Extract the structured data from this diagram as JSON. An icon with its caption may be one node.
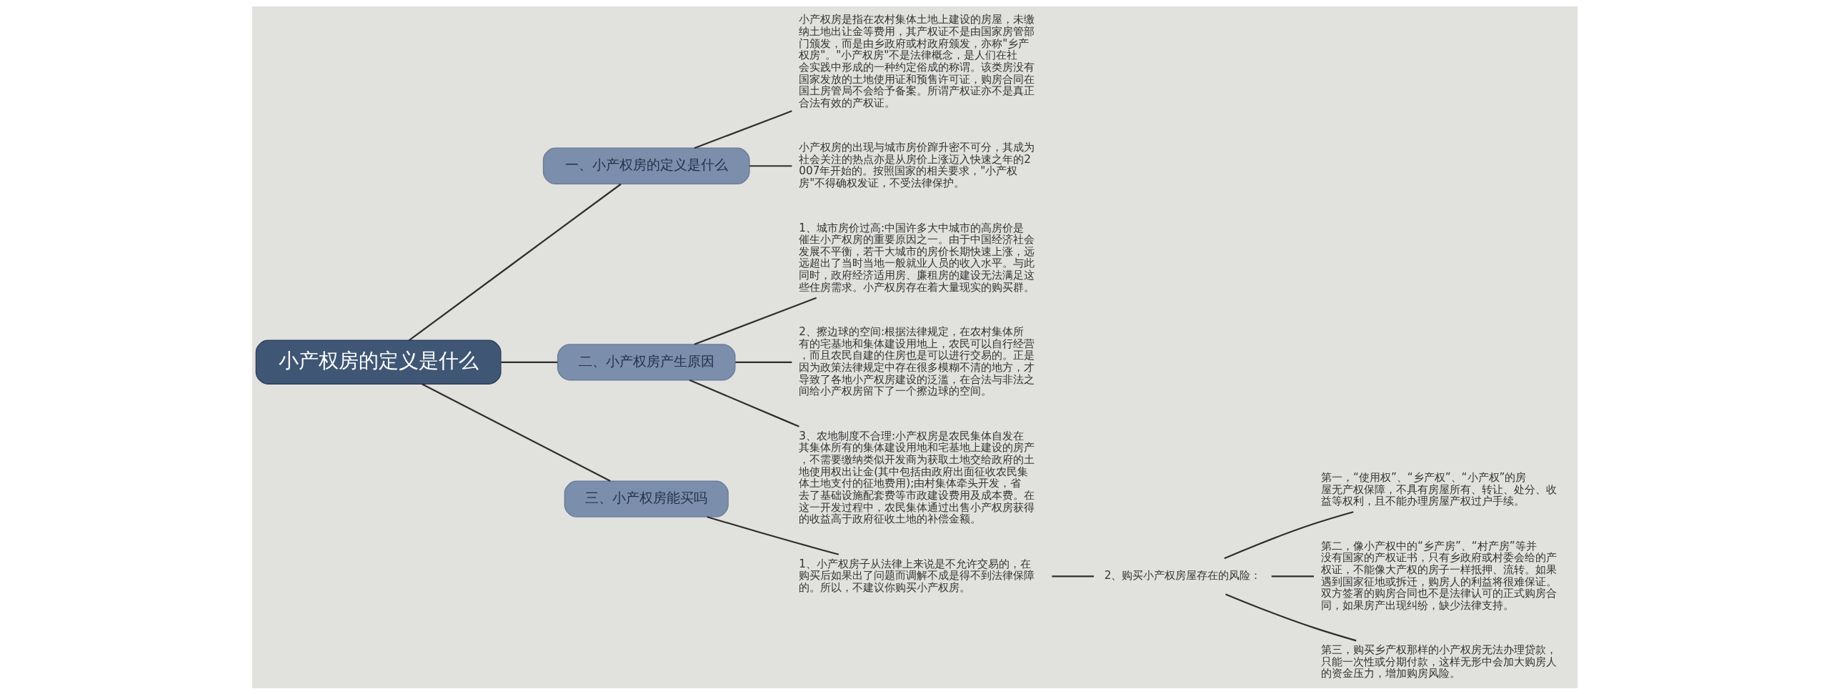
{
  "diagram": {
    "nodes": [
      {
        "text": [
          "小产权房的定义是什么"
        ]
      },
      {
        "text": [
          "一、小产权房的定义是什么"
        ]
      },
      {
        "text": [
          "小产权房是指在农村集体土地上建设的房屋，未缴纳土地出让金等费用，其产权证不是由国家房管部门颁发，而是由乡政府或村政府颁发，亦称\"乡产权房\"。\"小产权房\"不是法律概念，是人们在社会实践中形成的一种约定俗成的称谓。该类房没有国家发放的土地使用证和预售许可证，购房合同在国土房管局不会给予备案。所谓产权证亦不是真正合法有效的产权证。"
        ]
      },
      {
        "text": [
          "小产权房的出现与城市房价蹿升密不可分，其成为社会关注的热点亦是从房价上涨迈入快速之年的2007年开始的。按照国家的相关要求，\"小产权房\"不得确权发证，不受法律保护。"
        ]
      },
      {
        "text": [
          "二、小产权房产生原因"
        ]
      },
      {
        "text": [
          "1、城市房价过高:中国许多大中城市的高房价是催生小产权房的重要原因之一。由于中国经济社会发展不平衡，若干大城市的房价长期快速上涨，远远超出了当时当地一般就业人员的收入水平。与此同时，政府经济适用房、廉租房的建设无法满足这些住房需求。小产权房存在着大量现实的购买群。"
        ]
      },
      {
        "text": [
          "2、擦边球的空间:根据法律规定，在农村集体所有的宅基地和集体建设用地上，农民可以自行经营，而且农民自建的住房也是可以进行交易的。正是因为政策法律规定中存在很多模糊不清的地方，才导致了各地小产权房建设的泛滥，在合法与非法之间给小产权房留下了一个擦边球的空间。"
        ]
      },
      {
        "text": [
          "3、农地制度不合理:小产权房是农民集体自发在其集体所有的集体建设用地和宅基地上建设的房产，不需要缴纳类似开发商为获取土地交给政府的土地使用权出让金(其中包括由政府出面征收农民集体土地支付的征地费用);由村集体牵头开发，省去了基础设施配套费等市政建设费用及成本费。在这一开发过程中，农民集体通过出售小产权房获得的收益高于政府征收土地的补偿金额。"
        ]
      },
      {
        "text": [
          "三、小产权房能买吗"
        ]
      },
      {
        "text": [
          "1、小产权房子从法律上来说是不允许交易的，在购买后如果出了问题而调解不成是得不到法律保障的。所以，不建议你购买小产权房。"
        ]
      },
      {
        "text": [
          "2、购买小产权房屋存在的风险："
        ]
      },
      {
        "text": [
          "第一，“使用权”、“乡产权”、“小产权”的房屋无产权保障，不具有房屋所有、转让、处分、收益等权利，且不能办理房屋产权过户手续。"
        ]
      },
      {
        "text": [
          "第二，像小产权中的“乡产房”、“村产房”等并没有国家的产权证书，只有乡政府或村委会给的产权证，不能像大产权的房子一样抵押、流转。如果遇到国家征地或拆迁，购房人的利益将很难保证。双方签署的购房合同也不是法律认可的正式购房合同，如果房产出现纠纷，缺少法律支持。"
        ]
      },
      {
        "text": [
          "第三，购买乡产权那样的小产权房无法办理贷款，只能一次性或分期付款，这样无形中会加大购房人的资金压力，增加购房风险。"
        ]
      }
    ],
    "edges": [
      {
        "from": 0,
        "to": 1,
        "arrow": "none"
      },
      {
        "from": 1,
        "to": 2,
        "arrow": "none"
      },
      {
        "from": 1,
        "to": 3,
        "arrow": "none"
      },
      {
        "from": 0,
        "to": 4,
        "arrow": "none"
      },
      {
        "from": 4,
        "to": 5,
        "arrow": "none"
      },
      {
        "from": 4,
        "to": 6,
        "arrow": "none"
      },
      {
        "from": 4,
        "to": 7,
        "arrow": "none"
      },
      {
        "from": 0,
        "to": 8,
        "arrow": "none"
      },
      {
        "from": 8,
        "to": 9,
        "arrow": "none"
      },
      {
        "from": 9,
        "to": 10,
        "arrow": "none"
      },
      {
        "from": 10,
        "to": 11,
        "arrow": "none"
      },
      {
        "from": 10,
        "to": 12,
        "arrow": "none"
      },
      {
        "from": 10,
        "to": 13,
        "arrow": "none"
      }
    ]
  }
}
